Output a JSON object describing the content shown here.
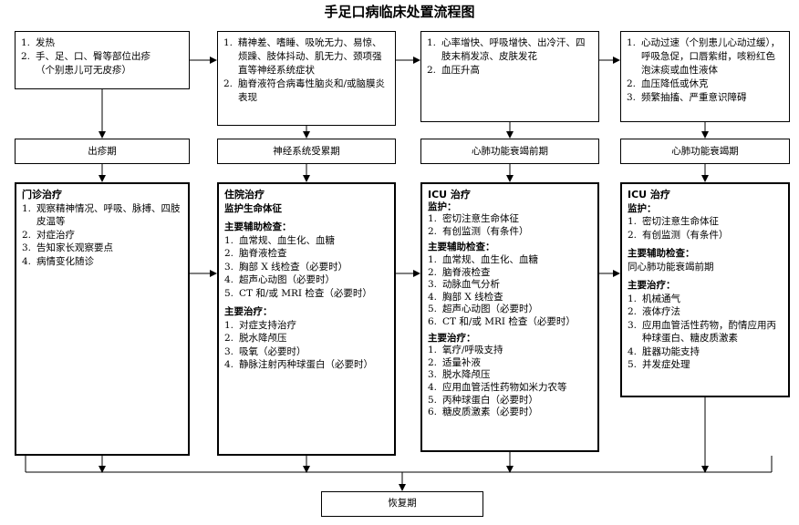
{
  "title": "手足口病临床处置流程图",
  "columns": [
    {
      "symptoms": [
        {
          "num": "1.",
          "text": "发热"
        },
        {
          "num": "2.",
          "text": "手、足、口、臀等部位出疹"
        },
        {
          "num": "",
          "text": "（个别患儿可无皮疹）"
        }
      ],
      "stage": "出疹期",
      "treatment": {
        "heading": "门诊治疗",
        "items": [
          {
            "num": "1.",
            "text": "观察精神情况、呼吸、脉搏、四肢皮温等"
          },
          {
            "num": "2.",
            "text": "对症治疗"
          },
          {
            "num": "3.",
            "text": "告知家长观察要点"
          },
          {
            "num": "4.",
            "text": "病情变化随诊"
          }
        ]
      }
    },
    {
      "symptoms": [
        {
          "num": "1.",
          "text": "精神差、嗜睡、吸吮无力、易惊、烦躁、肢体抖动、肌无力、颈项强直等神经系统症状"
        },
        {
          "num": "2.",
          "text": "脑脊液符合病毒性脑炎和/或脑膜炎表现"
        }
      ],
      "stage": "神经系统受累期",
      "treatment": {
        "heading": "住院治疗",
        "subheading": "监护生命体征",
        "exam_heading": "主要辅助检查：",
        "exams": [
          {
            "num": "1.",
            "text": "血常规、血生化、血糖"
          },
          {
            "num": "2.",
            "text": "脑脊液检查"
          },
          {
            "num": "3.",
            "text": "胸部 X 线检查（必要时）"
          },
          {
            "num": "4.",
            "text": "超声心动图（必要时）"
          },
          {
            "num": "5.",
            "text": "CT 和/或 MRI 检查（必要时）"
          }
        ],
        "therapy_heading": "主要治疗：",
        "therapies": [
          {
            "num": "1.",
            "text": "对症支持治疗"
          },
          {
            "num": "2.",
            "text": "脱水降颅压"
          },
          {
            "num": "3.",
            "text": "吸氧（必要时）"
          },
          {
            "num": "4.",
            "text": "静脉注射丙种球蛋白（必要时）"
          }
        ]
      }
    },
    {
      "symptoms": [
        {
          "num": "1.",
          "text": "心率增快、呼吸增快、出冷汗、四肢末梢发凉、皮肤发花"
        },
        {
          "num": "2.",
          "text": "血压升高"
        }
      ],
      "stage": "心肺功能衰竭前期",
      "treatment": {
        "heading": "ICU 治疗",
        "monitor_heading": "监护：",
        "monitors": [
          {
            "num": "1.",
            "text": "密切注意生命体征"
          },
          {
            "num": "2.",
            "text": "有创监测（有条件）"
          }
        ],
        "exam_heading": "主要辅助检查：",
        "exams": [
          {
            "num": "1.",
            "text": "血常规、血生化、血糖"
          },
          {
            "num": "2.",
            "text": "脑脊液检查"
          },
          {
            "num": "3.",
            "text": "动脉血气分析"
          },
          {
            "num": "4.",
            "text": "胸部 X 线检查"
          },
          {
            "num": "5.",
            "text": "超声心动图（必要时）"
          },
          {
            "num": "6.",
            "text": "CT 和/或 MRI 检查（必要时）"
          }
        ],
        "therapy_heading": "主要治疗：",
        "therapies": [
          {
            "num": "1.",
            "text": "氧疗/呼吸支持"
          },
          {
            "num": "2.",
            "text": "适量补液"
          },
          {
            "num": "3.",
            "text": "脱水降颅压"
          },
          {
            "num": "4.",
            "text": "应用血管活性药物如米力农等"
          },
          {
            "num": "5.",
            "text": "丙种球蛋白（必要时）"
          },
          {
            "num": "6.",
            "text": "糖皮质激素（必要时）"
          }
        ]
      }
    },
    {
      "symptoms": [
        {
          "num": "1.",
          "text": "心动过速（个别患儿心动过缓），呼吸急促，口唇紫绀，咳粉红色泡沫痰或血性液体"
        },
        {
          "num": "2.",
          "text": "血压降低或休克"
        },
        {
          "num": "3.",
          "text": "频繁抽搐、严重意识障碍"
        }
      ],
      "stage": "心肺功能衰竭期",
      "treatment": {
        "heading": "ICU 治疗",
        "monitor_heading": "监护：",
        "monitors": [
          {
            "num": "1.",
            "text": "密切注意生命体征"
          },
          {
            "num": "2.",
            "text": "有创监测（有条件）"
          }
        ],
        "exam_heading": "主要辅助检查：",
        "exam_text": "同心肺功能衰竭前期",
        "therapy_heading": "主要治疗：",
        "therapies": [
          {
            "num": "1.",
            "text": "机械通气"
          },
          {
            "num": "2.",
            "text": "液体疗法"
          },
          {
            "num": "3.",
            "text": "应用血管活性药物，酌情应用丙种球蛋白、糖皮质激素"
          },
          {
            "num": "4.",
            "text": "脏器功能支持"
          },
          {
            "num": "5.",
            "text": "并发症处理"
          }
        ]
      }
    }
  ],
  "recovery": "恢复期"
}
